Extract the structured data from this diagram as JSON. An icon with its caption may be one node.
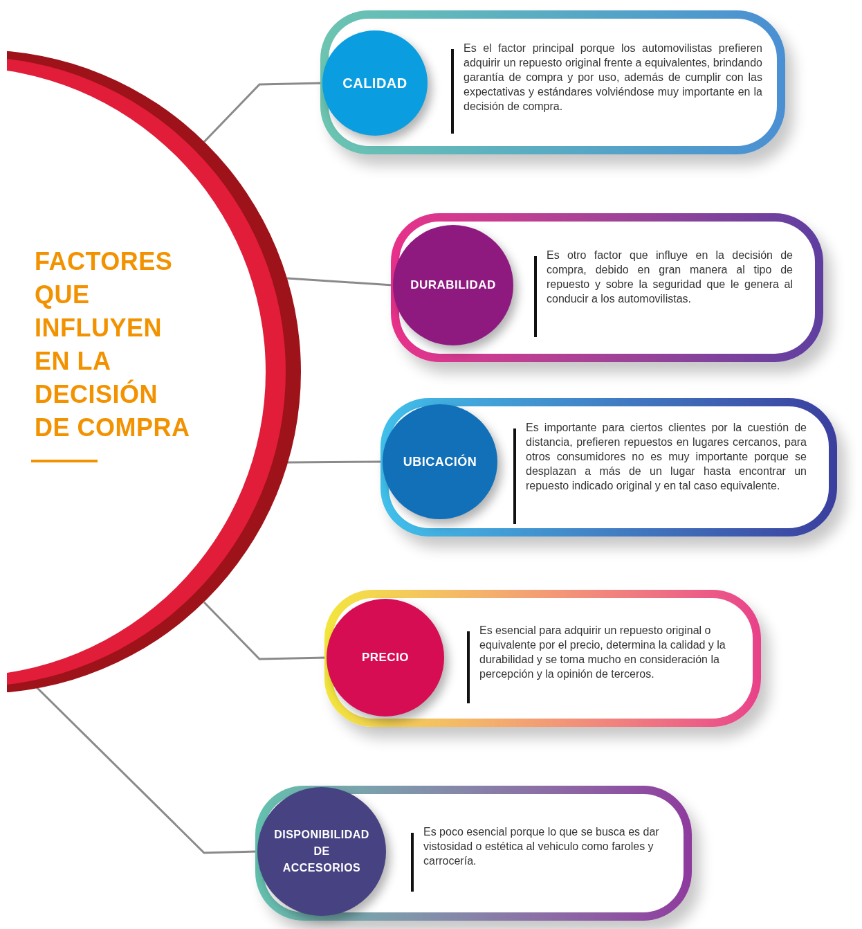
{
  "diagram": {
    "nodes": [
      {
        "text": [
          "FACTORES QUE INFLUYEN EN LA DECISIÓN DE COMPRA"
        ]
      },
      {
        "text": [
          "Es el factor principal porque los automovilistas prefieren adquirir un repuesto original frente a equivalentes, brindando garantía de compra y por uso, además de cumplir con las expectativas y estándares volviéndose muy importante en la decisión de compra."
        ]
      },
      {
        "text": [
          "CALIDAD"
        ],
        "in": 1
      },
      {
        "text": [
          "Es otro factor que influye en la decisión de compra, debido en gran manera al tipo de repuesto y sobre la seguridad que le genera al conducir a los automovilistas."
        ]
      },
      {
        "text": [
          "DURABILIDAD"
        ],
        "in": 3
      },
      {
        "text": [
          "Es importante para ciertos clientes por la cuestión de distancia, prefieren repuestos en lugares cercanos, para otros consumidores no es muy importante porque se desplazan a más de un lugar hasta encontrar un repuesto indicado original y en tal caso equivalente."
        ]
      },
      {
        "text": [
          "UBICACIÓN"
        ],
        "in": 5
      },
      {
        "text": [
          "Es esencial para adquirir un repuesto original o equivalente por el precio, determina la calidad y la durabilidad y se toma mucho en consideración la percepción y la opinión de terceros."
        ]
      },
      {
        "text": [
          "PRECIO"
        ],
        "in": 7
      },
      {
        "text": [
          "Es poco esencial porque lo que se busca es dar vistosidad o estética al vehiculo como faroles y carrocería."
        ]
      },
      {
        "text": [
          "DISPONIBILIDAD DE ACCESORIOS"
        ],
        "in": 9
      }
    ],
    "edges": [
      {
        "from": 0,
        "to": 2,
        "arrow": "none"
      },
      {
        "from": 0,
        "to": 4,
        "arrow": "none"
      },
      {
        "from": 0,
        "to": 6,
        "arrow": "none"
      },
      {
        "from": 0,
        "to": 8,
        "arrow": "none"
      },
      {
        "from": 0,
        "to": 10,
        "arrow": "none"
      }
    ]
  }
}
